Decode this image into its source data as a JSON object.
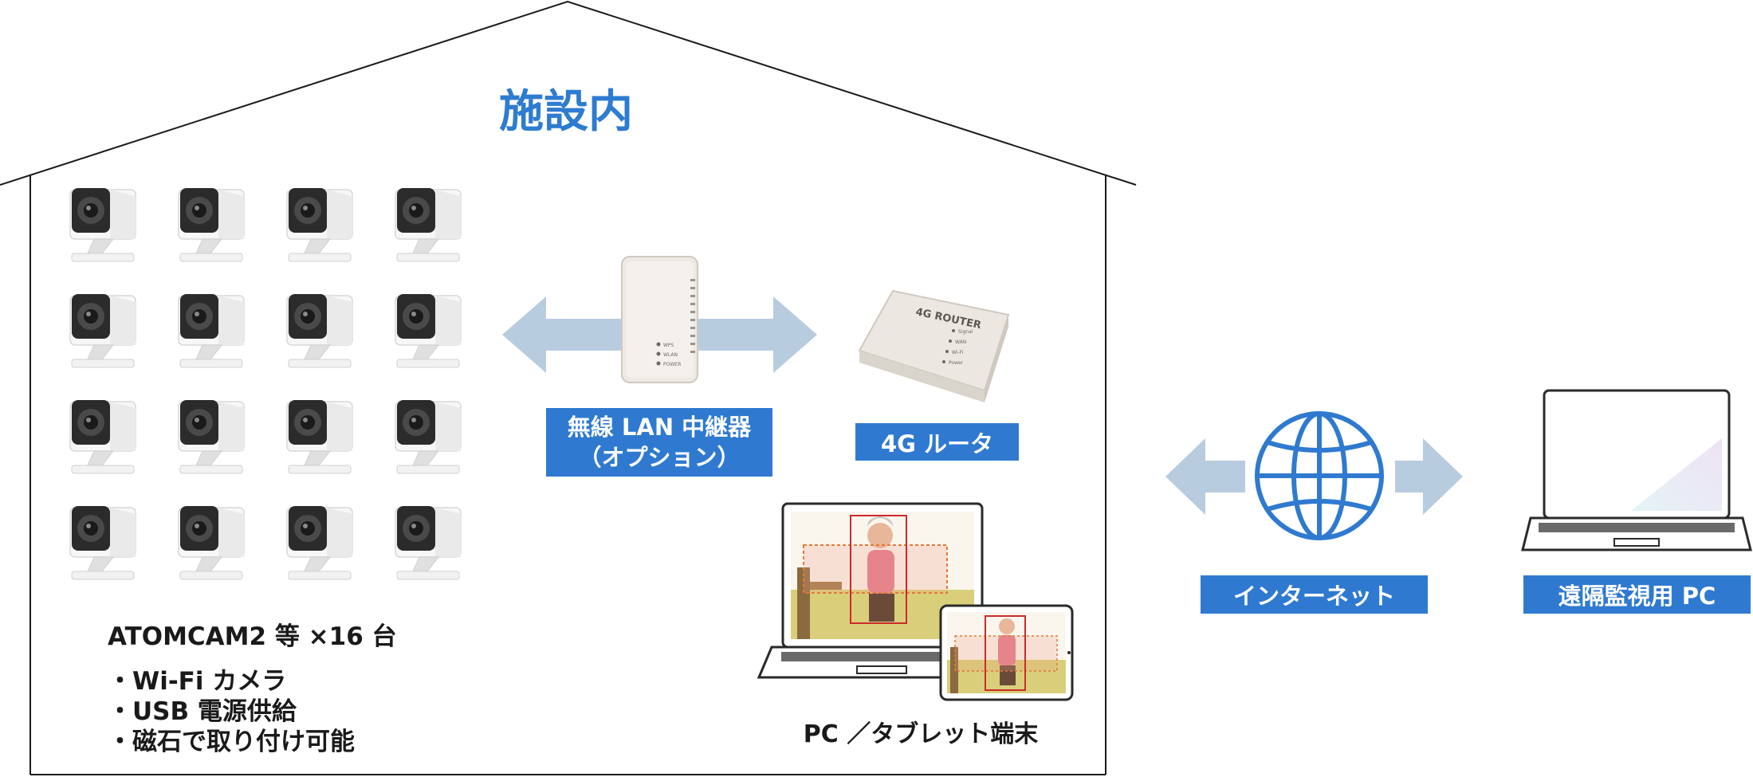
{
  "facility": {
    "title": "施設内"
  },
  "cameras": {
    "title": "ATOMCAM2 等 ×16 台",
    "features": [
      "・Wi-Fi カメラ",
      "・USB 電源供給",
      "・磁石で取り付け可能"
    ]
  },
  "repeater": {
    "label_line1": "無線 LAN 中継器",
    "label_line2": "（オプション）"
  },
  "router": {
    "label": "4G ルータ",
    "device_text": "4G ROUTER",
    "indicators": [
      "Signal",
      "WAN",
      "Wi-Fi",
      "Power"
    ]
  },
  "repeater_device": {
    "indicators": [
      "WPS",
      "WLAN",
      "POWER"
    ]
  },
  "tablet": {
    "caption": "PC ／タブレット端末"
  },
  "internet": {
    "label": "インターネット"
  },
  "remote": {
    "label": "遠隔監視用 PC"
  },
  "colors": {
    "accent": "#2e7cd1",
    "label_bg": "#2f7ad0",
    "arrow": "#b8cce0",
    "globe": "#2f7ad0"
  }
}
